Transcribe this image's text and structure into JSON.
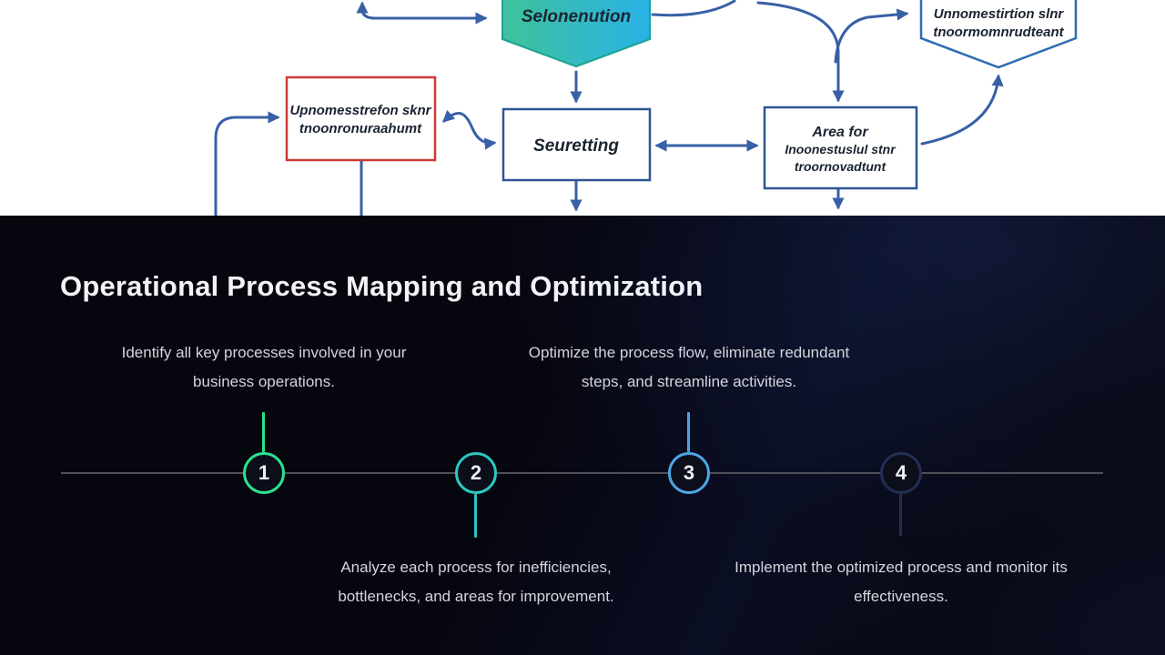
{
  "flowchart": {
    "selection_pentagon": {
      "label": "Selonenution"
    },
    "upstream_box": {
      "line1": "Upnomesstrefon sknr",
      "line2": "tnoonronuraahumt"
    },
    "sorting_box": {
      "label": "Seuretting"
    },
    "area_box": {
      "line1": "Area for",
      "line2": "Inoonestuslul stnr",
      "line3": "troornovadtunt"
    },
    "right_pentagon": {
      "line1": "Unnomestirtion slnr",
      "line2": "tnoormomnrudteant"
    },
    "colors": {
      "arrow": "#3860a6",
      "box_border": "#2e5593",
      "alert_border": "#c93a34",
      "teal_pentagon_start": "#3fc29b",
      "teal_pentagon_end": "#29b2e6"
    }
  },
  "slide": {
    "title": "Operational Process Mapping and Optimization",
    "axis_color": "#50505a",
    "steps": [
      {
        "number": "1",
        "accent": "#2be28e",
        "position": "top",
        "lines": [
          "Identify all key processes involved in your",
          "business operations."
        ]
      },
      {
        "number": "2",
        "accent": "#29c8c0",
        "position": "bottom",
        "lines": [
          "Analyze each process for inefficiencies,",
          "bottlenecks, and areas for improvement."
        ]
      },
      {
        "number": "3",
        "accent": "#4da5e6",
        "position": "top",
        "lines": [
          "Optimize the process flow, eliminate redundant",
          "steps, and streamline activities."
        ]
      },
      {
        "number": "4",
        "accent": "#232e54",
        "position": "bottom",
        "lines": [
          "Implement the optimized process and monitor its",
          "effectiveness."
        ]
      }
    ]
  }
}
